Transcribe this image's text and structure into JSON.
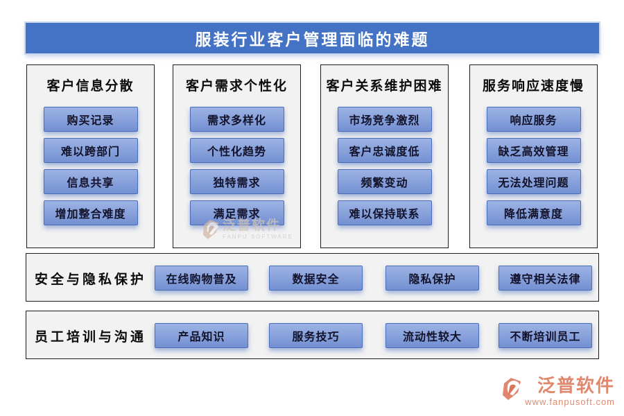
{
  "title": "服装行业客户管理面临的难题",
  "columns": [
    {
      "header": "客户信息分散",
      "items": [
        "购买记录",
        "难以跨部门",
        "信息共享",
        "增加整合难度"
      ]
    },
    {
      "header": "客户需求个性化",
      "items": [
        "需求多样化",
        "个性化趋势",
        "独特需求",
        "满足需求"
      ]
    },
    {
      "header": "客户关系维护困难",
      "items": [
        "市场竞争激烈",
        "客户忠诚度低",
        "频繁变动",
        "难以保持联系"
      ]
    },
    {
      "header": "服务响应速度慢",
      "items": [
        "响应服务",
        "缺乏高效管理",
        "无法处理问题",
        "降低满意度"
      ]
    }
  ],
  "rows": [
    {
      "label": "安全与隐私保护",
      "items": [
        "在线购物普及",
        "数据安全",
        "隐私保护",
        "遵守相关法律"
      ]
    },
    {
      "label": "员工培训与沟通",
      "items": [
        "产品知识",
        "服务技巧",
        "流动性较大",
        "不断培训员工"
      ]
    }
  ],
  "watermark": {
    "brand": "泛普软件",
    "subtext": "FANPU SOFTWARE"
  },
  "footer": {
    "brand": "泛普软件",
    "url": "www.fanpusoft.com"
  },
  "colors": {
    "banner_bg": "#4472C4",
    "banner_text": "#FFFFFF",
    "panel_bg": "#F2F2F2",
    "panel_border": "#1A1A1A",
    "chip_gradient_top": "#9DB3E4",
    "chip_gradient_bottom": "#7390D1",
    "chip_border": "#4A6DB9",
    "chip_text": "#12122A",
    "brand_accent": "#E0876E"
  }
}
